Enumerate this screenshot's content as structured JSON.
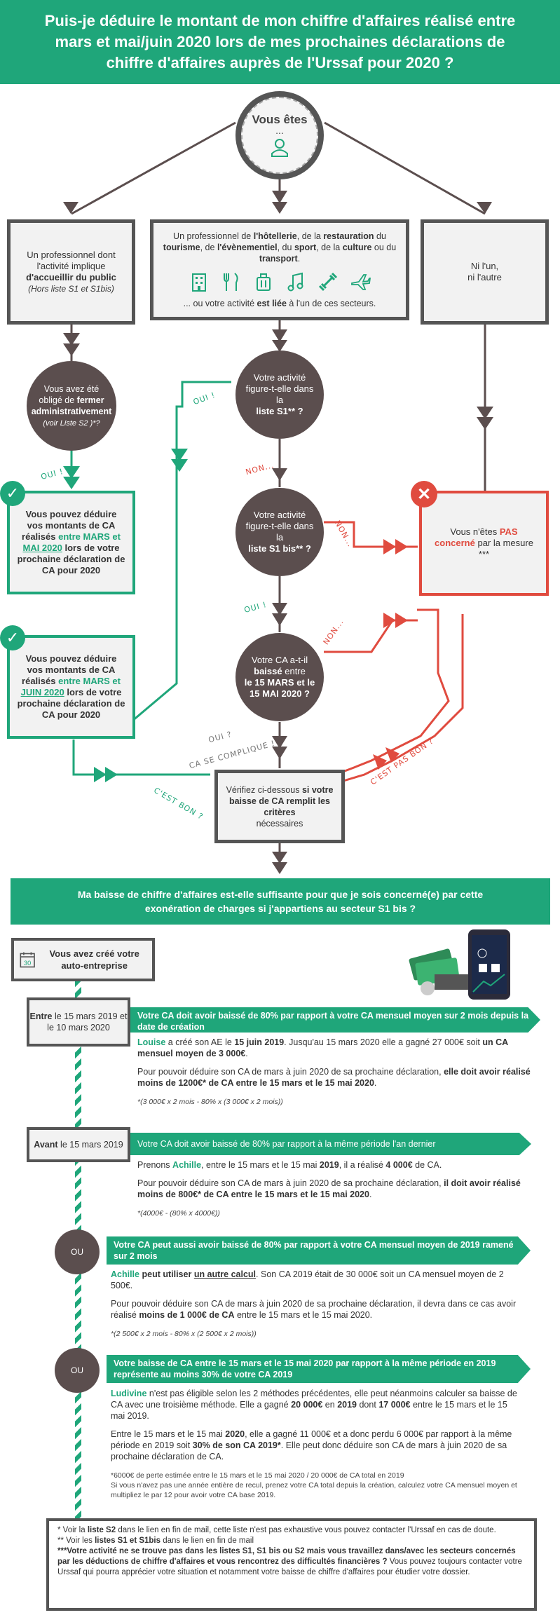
{
  "header": {
    "title": "Puis-je déduire le montant de mon chiffre d'affaires réalisé entre mars et mai/juin 2020 lors de mes prochaines déclarations de chiffre d'affaires auprès de l'Urssaf pour 2020 ?"
  },
  "top_circle": {
    "title": "Vous êtes",
    "dots": "..."
  },
  "box_left": {
    "line1": "Un professionnel dont l'activité implique",
    "bold": "d'accueillir du public",
    "note": "(Hors liste S1 et S1bis)"
  },
  "box_center": {
    "t1": "Un professionnel de",
    "b1": "l'hôtellerie",
    "t2": ", de la",
    "b2": "restauration",
    "t3": "du",
    "b3": "tourisme",
    "t4": ", de",
    "b4": "l'évènementiel",
    "t5": ", du",
    "b5": "sport",
    "t6": ", de la",
    "b6": "culture",
    "t7": "ou du",
    "b7": "transport",
    "t8": ".",
    "bottom1": "... ou votre activité",
    "bottom_bold": "est liée",
    "bottom2": "à l'un de ces secteurs.",
    "icons": [
      "building-icon",
      "utensils-icon",
      "luggage-icon",
      "music-icon",
      "dumbbell-icon",
      "plane-icon"
    ]
  },
  "box_right": {
    "line1": "Ni l'un,",
    "line2": "ni l'autre"
  },
  "circle_closed": {
    "t1": "Vous avez été obligé de",
    "b1": "fermer administrativement",
    "note": "(voir Liste S2 )*?"
  },
  "circle_s1": {
    "t1": "Votre activité figure-t-elle dans la",
    "b1": "liste S1** ?"
  },
  "circle_s1bis": {
    "t1": "Votre activité figure-t-elle dans la",
    "b1": "liste S1 bis** ?"
  },
  "circle_ca": {
    "t1": "Votre CA a-t-il",
    "b1": "baissé",
    "t2": "entre",
    "b2": "le 15 MARS et le 15 MAI 2020 ?"
  },
  "green_box_1": {
    "t1": "Vous pouvez déduire vos montants de CA réalisés",
    "g1": "entre MARS et",
    "g2": "MAI 2020",
    "t2": "lors de votre prochaine déclaration de CA pour 2020"
  },
  "green_box_2": {
    "t1": "Vous pouvez déduire vos montants de CA réalisés",
    "g1": "entre MARS et",
    "g2": "JUIN 2020",
    "t2": "lors de votre prochaine déclaration de CA pour 2020"
  },
  "red_box": {
    "t1": "Vous n'êtes",
    "r1": "PAS concerné",
    "t2": "par la mesure",
    "stars": "***"
  },
  "check_box": {
    "t1": "Vérifiez ci-dessous",
    "b1": "si votre baisse de CA remplit les critères",
    "t2": "nécessaires"
  },
  "tags": {
    "oui_1": "OUI !",
    "oui_2": "OUI !",
    "oui_3": "OUI !",
    "oui_4": "OUI ?",
    "non_1": "NON...",
    "non_2": "NON...",
    "non_3": "NON...",
    "complique": "CA SE COMPLIQUE !",
    "cest_bon": "C'EST BON ?",
    "cest_pas_bon": "C'EST PAS BON ?"
  },
  "section2": {
    "title": "Ma baisse de chiffre d'affaires est-elle suffisante pour que je sois concerné(e) par cette exonération de charges si j'appartiens au secteur S1 bis ?",
    "created": "Vous avez créé votre auto-entreprise",
    "calendar_number": "30"
  },
  "block1": {
    "date_bold": "Entre",
    "date_text": "le 15 mars 2019 et le 10 mars 2020",
    "band": "Votre CA doit avoir baissé de 80% par rapport à votre CA mensuel moyen sur 2 mois depuis la date de création",
    "p1_name": "Louise",
    "p1_a": "a créé son AE le",
    "p1_b": "15 juin 2019",
    "p1_c": ". Jusqu'au 15 mars 2020 elle a gagné 27 000€ soit",
    "p1_d": "un CA mensuel moyen de 3 000€",
    "p1_e": ".",
    "p2_a": "Pour pouvoir déduire son CA de mars à juin 2020 de sa prochaine déclaration,",
    "p2_b": "elle doit avoir réalisé moins de 1200€* de CA entre le 15 mars et le 15 mai 2020",
    "p2_c": ".",
    "note": "*(3 000€ x 2 mois - 80% x (3 000€ x 2 mois))"
  },
  "block2": {
    "date_bold": "Avant",
    "date_text": "le 15 mars 2019",
    "band": "Votre CA doit avoir baissé de 80% par rapport à la même période l'an dernier",
    "p1_a": "Prenons",
    "p1_name": "Achille",
    "p1_b": ", entre le 15 mars et le 15 mai",
    "p1_c": "2019",
    "p1_d": ", il a réalisé",
    "p1_e": "4 000€",
    "p1_f": "de CA.",
    "p2_a": "Pour pouvoir déduire son CA de mars à juin 2020 de sa prochaine déclaration,",
    "p2_b": "il doit avoir réalisé moins de 800€* de CA entre le 15 mars et le 15 mai 2020",
    "p2_c": ".",
    "note": "*(4000€ - (80% x 4000€))"
  },
  "block3": {
    "ou": "OU",
    "band": "Votre CA peut aussi avoir baissé de 80% par rapport à votre CA mensuel moyen de 2019 ramené sur 2 mois",
    "p1_name": "Achille",
    "p1_a": "peut utiliser",
    "p1_b": "un autre calcul",
    "p1_c": ". Son CA 2019 était de 30 000€ soit un CA mensuel moyen de 2 500€.",
    "p2_a": "Pour pouvoir déduire son CA de mars à juin 2020 de sa prochaine déclaration, il devra dans ce cas avoir réalisé",
    "p2_b": "moins de 1 000€ de CA",
    "p2_c": "entre le 15 mars et le 15 mai 2020.",
    "note": "*(2 500€ x 2 mois - 80% x (2 500€ x 2 mois))"
  },
  "block4": {
    "ou": "OU",
    "band": "Votre baisse de CA entre le 15 mars et le 15 mai 2020 par rapport à la même période en 2019 représente au moins 30% de votre CA 2019",
    "p1_name": "Ludivine",
    "p1_a": "n'est pas éligible selon les 2 méthodes précédentes, elle peut néanmoins calculer sa baisse de CA avec une troisième méthode. Elle a gagné",
    "p1_b": "20 000€",
    "p1_c": "en",
    "p1_d": "2019",
    "p1_e": "dont",
    "p1_f": "17 000€",
    "p1_g": "entre le 15 mars et le 15 mai 2019.",
    "p2_a": "Entre le 15 mars et le 15 mai",
    "p2_b": "2020",
    "p2_c": ", elle a gagné 11 000€ et a donc perdu 6 000€ par rapport à la même période en 2019 soit",
    "p2_d": "30% de son CA 2019*",
    "p2_e": ". Elle peut donc déduire son CA de mars à juin 2020 de sa prochaine déclaration de CA.",
    "note1": "*6000€ de perte estimée entre le 15 mars et le 15 mai 2020 / 20 000€ de CA total en 2019",
    "note2": "Si vous n'avez pas une année entière de recul, prenez votre CA total depuis la création, calculez votre CA mensuel moyen et multipliez le par 12 pour avoir votre CA base 2019."
  },
  "footer": {
    "l1_a": "*  Voir la",
    "l1_b": "liste S2",
    "l1_c": "dans le lien en fin de mail, cette liste n'est pas exhaustive vous pouvez contacter l'Urssaf en cas de doute.",
    "l2_a": "** Voir les",
    "l2_b": "listes S1 et S1bis",
    "l2_c": "dans le lien en fin de mail",
    "l3_b": "***Votre activité ne se trouve pas dans les listes S1, S1 bis ou S2 mais vous travaillez dans/avec les secteurs concernés par les déductions de chiffre d'affaires et vous rencontrez des difficultés financières ?",
    "l3_c": "Vous pouvez toujours contacter votre Urssaf qui pourra apprécier votre situation et notamment votre baisse de chiffre d'affaires pour étudier votre dossier."
  },
  "colors": {
    "green": "#1fa67a",
    "dark": "#5b4e4e",
    "red": "#e04b3f",
    "gray_border": "#555555"
  }
}
